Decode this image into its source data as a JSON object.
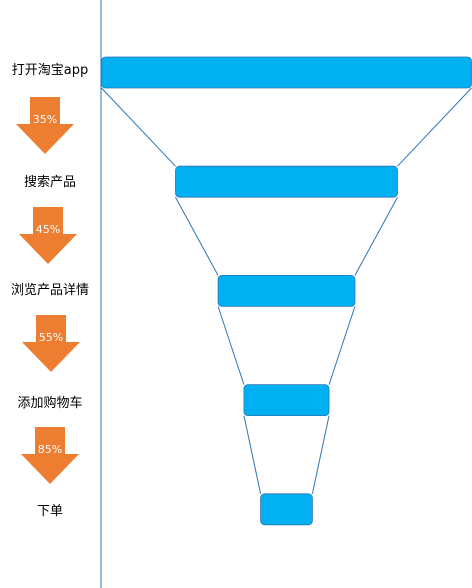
{
  "chart_data": {
    "type": "funnel",
    "stages": [
      {
        "label": "打开淘宝app",
        "value": 100
      },
      {
        "label": "搜索产品",
        "value": 60
      },
      {
        "label": "浏览产品详情",
        "value": 37
      },
      {
        "label": "添加购物车",
        "value": 23
      },
      {
        "label": "下单",
        "value": 14
      }
    ],
    "conversions": [
      "35%",
      "45%",
      "55%",
      "85%"
    ]
  },
  "colors": {
    "bar_fill": "#00B0F0",
    "bar_stroke": "#2E75B6",
    "connector_stroke": "#2E75B6",
    "arrow_fill": "#ED7D31",
    "divider": "#2E75B6"
  }
}
